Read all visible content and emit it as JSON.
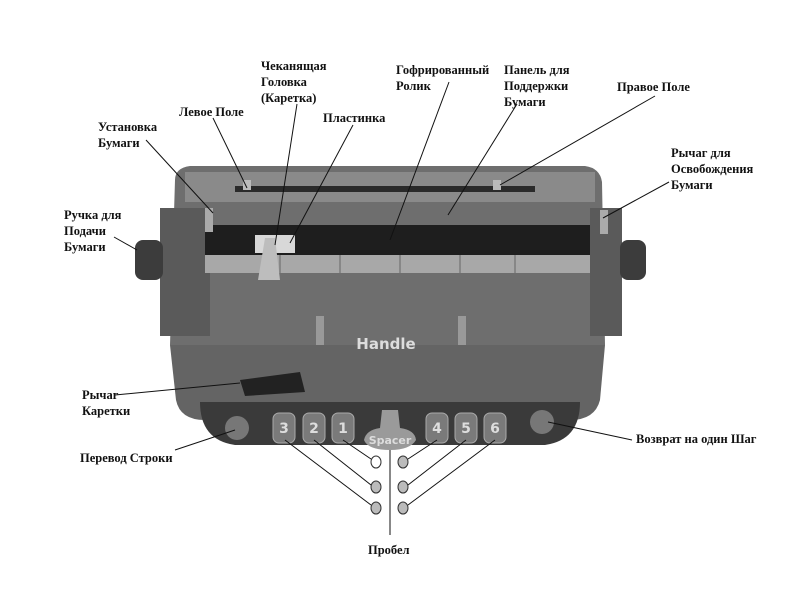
{
  "labels": {
    "embossing_head": "Чеканящая\nГоловка\n(Каретка)",
    "corrugated_roller": "Гофрированный\nРолик",
    "paper_support": "Панель для\nПоддержки\nБумаги",
    "left_margin": "Левое Поле",
    "plate": "Пластинка",
    "right_margin": "Правое Поле",
    "paper_setting": "Установка\nБумаги",
    "paper_release": "Рычаг для\nОсвобождения\nБумаги",
    "feed_knob": "Ручка для\nПодачи\nБумаги",
    "carriage_lever": "Рычаг\nКаретки",
    "line_feed": "Перевод Строки",
    "backspace": "Возврат на один Шаг",
    "space": "Пробел"
  },
  "machine": {
    "handle_text": "Handle",
    "spacer_text": "Spacer",
    "keys": [
      "3",
      "2",
      "1",
      "4",
      "5",
      "6"
    ]
  }
}
